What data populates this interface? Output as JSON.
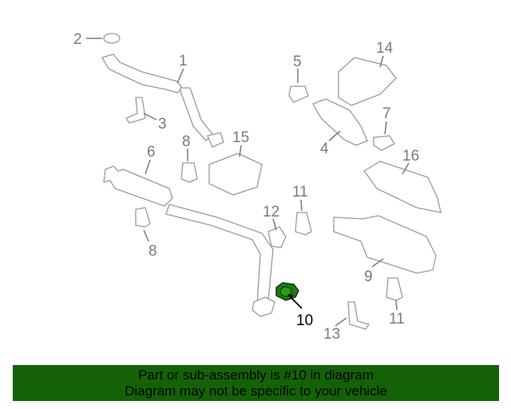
{
  "diagram": {
    "highlight_color": "#1f7a12",
    "callouts": [
      {
        "id": "c2",
        "text": "2"
      },
      {
        "id": "c1",
        "text": "1"
      },
      {
        "id": "c3",
        "text": "3"
      },
      {
        "id": "c8a",
        "text": "8"
      },
      {
        "id": "c15",
        "text": "15"
      },
      {
        "id": "c6",
        "text": "6"
      },
      {
        "id": "c8b",
        "text": "8"
      },
      {
        "id": "c5",
        "text": "5"
      },
      {
        "id": "c14",
        "text": "14"
      },
      {
        "id": "c7",
        "text": "7"
      },
      {
        "id": "c4",
        "text": "4"
      },
      {
        "id": "c16",
        "text": "16"
      },
      {
        "id": "c11a",
        "text": "11"
      },
      {
        "id": "c12",
        "text": "12"
      },
      {
        "id": "c9",
        "text": "9"
      },
      {
        "id": "c10",
        "text": "10"
      },
      {
        "id": "c11b",
        "text": "11"
      },
      {
        "id": "c13",
        "text": "13"
      }
    ]
  },
  "banner": {
    "color": "#136306",
    "line1": "Part or sub-assembly is #10 in diagram",
    "line2": "Diagram may not be specific to your vehicle"
  }
}
